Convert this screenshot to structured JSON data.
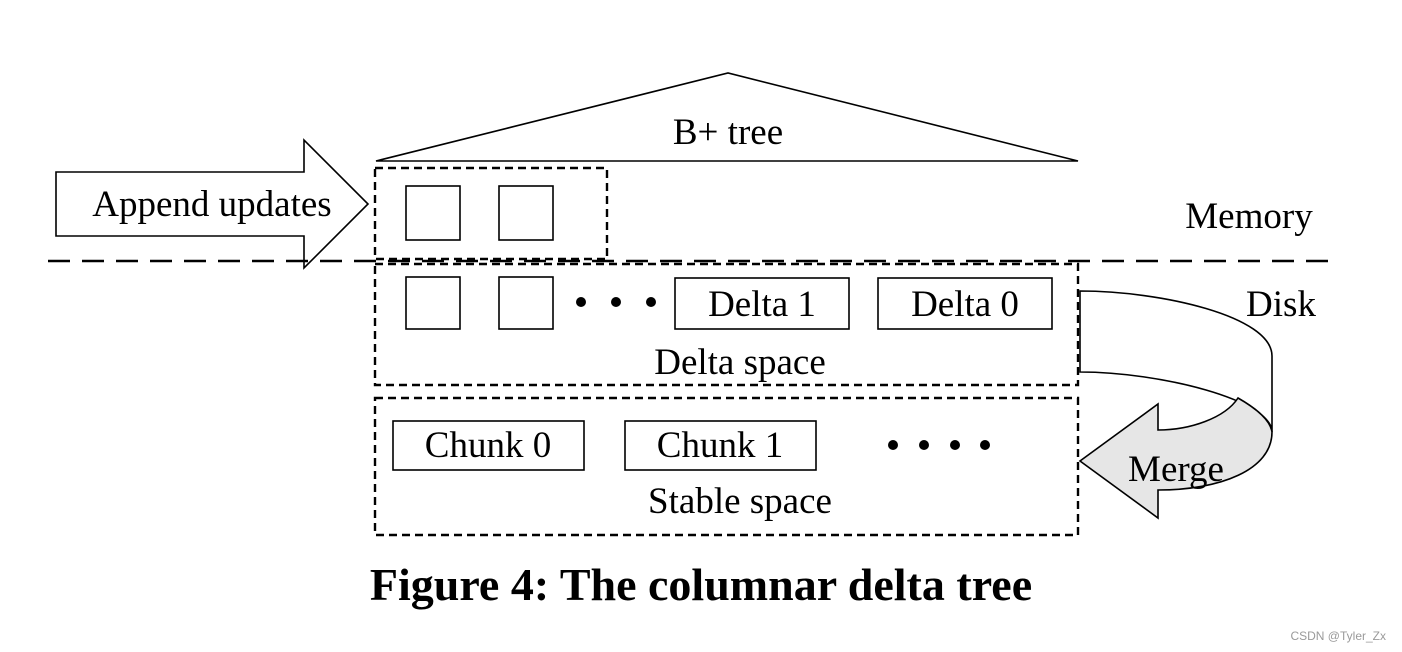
{
  "diagram": {
    "btree_label": "B+ tree",
    "append_label": "Append updates",
    "memory_label": "Memory",
    "disk_label": "Disk",
    "delta_1": "Delta 1",
    "delta_0": "Delta 0",
    "delta_space_label": "Delta space",
    "chunk_0": "Chunk 0",
    "chunk_1": "Chunk 1",
    "stable_space_label": "Stable space",
    "merge_label": "Merge",
    "colors": {
      "ink": "#000000",
      "merge_fill": "#e6e6e6",
      "background": "#ffffff"
    }
  },
  "caption": "Figure 4: The columnar delta tree",
  "watermark": "CSDN @Tyler_Zx"
}
